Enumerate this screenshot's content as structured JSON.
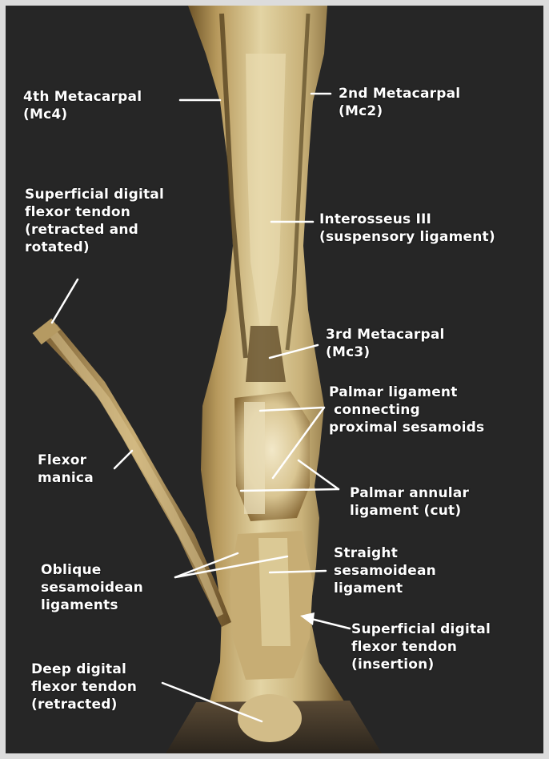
{
  "figure": {
    "labels": {
      "mc4": "4th Metacarpal\n(Mc4)",
      "mc2": "2nd Metacarpal\n(Mc2)",
      "sdft_retracted": "Superficial digital\nflexor tendon\n(retracted and\nrotated)",
      "interosseus": "Interosseus III\n(suspensory ligament)",
      "mc3": "3rd Metacarpal\n(Mc3)",
      "palmar_ligament": "Palmar ligament\n connecting\nproximal sesamoids",
      "flexor_manica": "Flexor\nmanica",
      "palmar_annular": "Palmar annular\nligament (cut)",
      "oblique": "Oblique\nsesamoidean\nligaments",
      "straight": "Straight\nsesamoidean\nligament",
      "sdft_insertion": "Superficial digital\nflexor tendon\n(insertion)",
      "ddft": "Deep digital\nflexor tendon\n(retracted)"
    },
    "colors": {
      "background": "#262626",
      "border": "#dcdcdc",
      "label_text": "#ffffff",
      "tissue_light": "#d8c89a",
      "tissue_mid": "#b99e64",
      "tissue_dark": "#7a5e34"
    }
  }
}
